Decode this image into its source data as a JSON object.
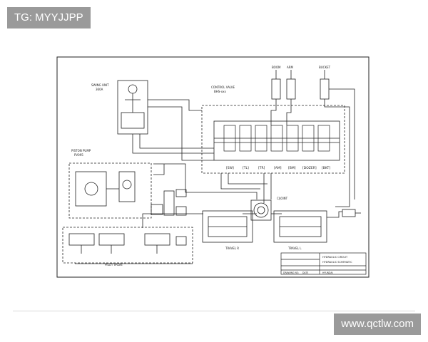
{
  "watermark": {
    "top_left": "TG: MYYJJPP",
    "bottom_right": "www.qctlw.com"
  },
  "labels": {
    "swing_unit": "SWING UNIT",
    "swing_unit_sub": "360A",
    "control_valve": "CONTROL VALVE",
    "control_valve_sub": "BHS-xxx",
    "piston_pump": "PISTON PUMP",
    "piston_pump_sub": "PV095",
    "pilot_valve": "PILOT VALVE",
    "center_joint": "C/JOINT",
    "travel_r": "TRAVEL R",
    "travel_l": "TRAVEL L",
    "cylinders": [
      "BOOM",
      "ARM",
      "BUCKET"
    ],
    "spools": [
      "[SW]",
      "[TL]",
      "[TR]",
      "[AM]",
      "[BM]",
      "[DOZER]",
      "[BKT]"
    ]
  },
  "title_block": {
    "line1": "HYDRAULIC CIRCUIT",
    "line2": "HYDRAULIC SCHEMATIC",
    "company": "HYUNDAI",
    "drawing_no": "DRAWING NO.",
    "date": "DATE"
  }
}
